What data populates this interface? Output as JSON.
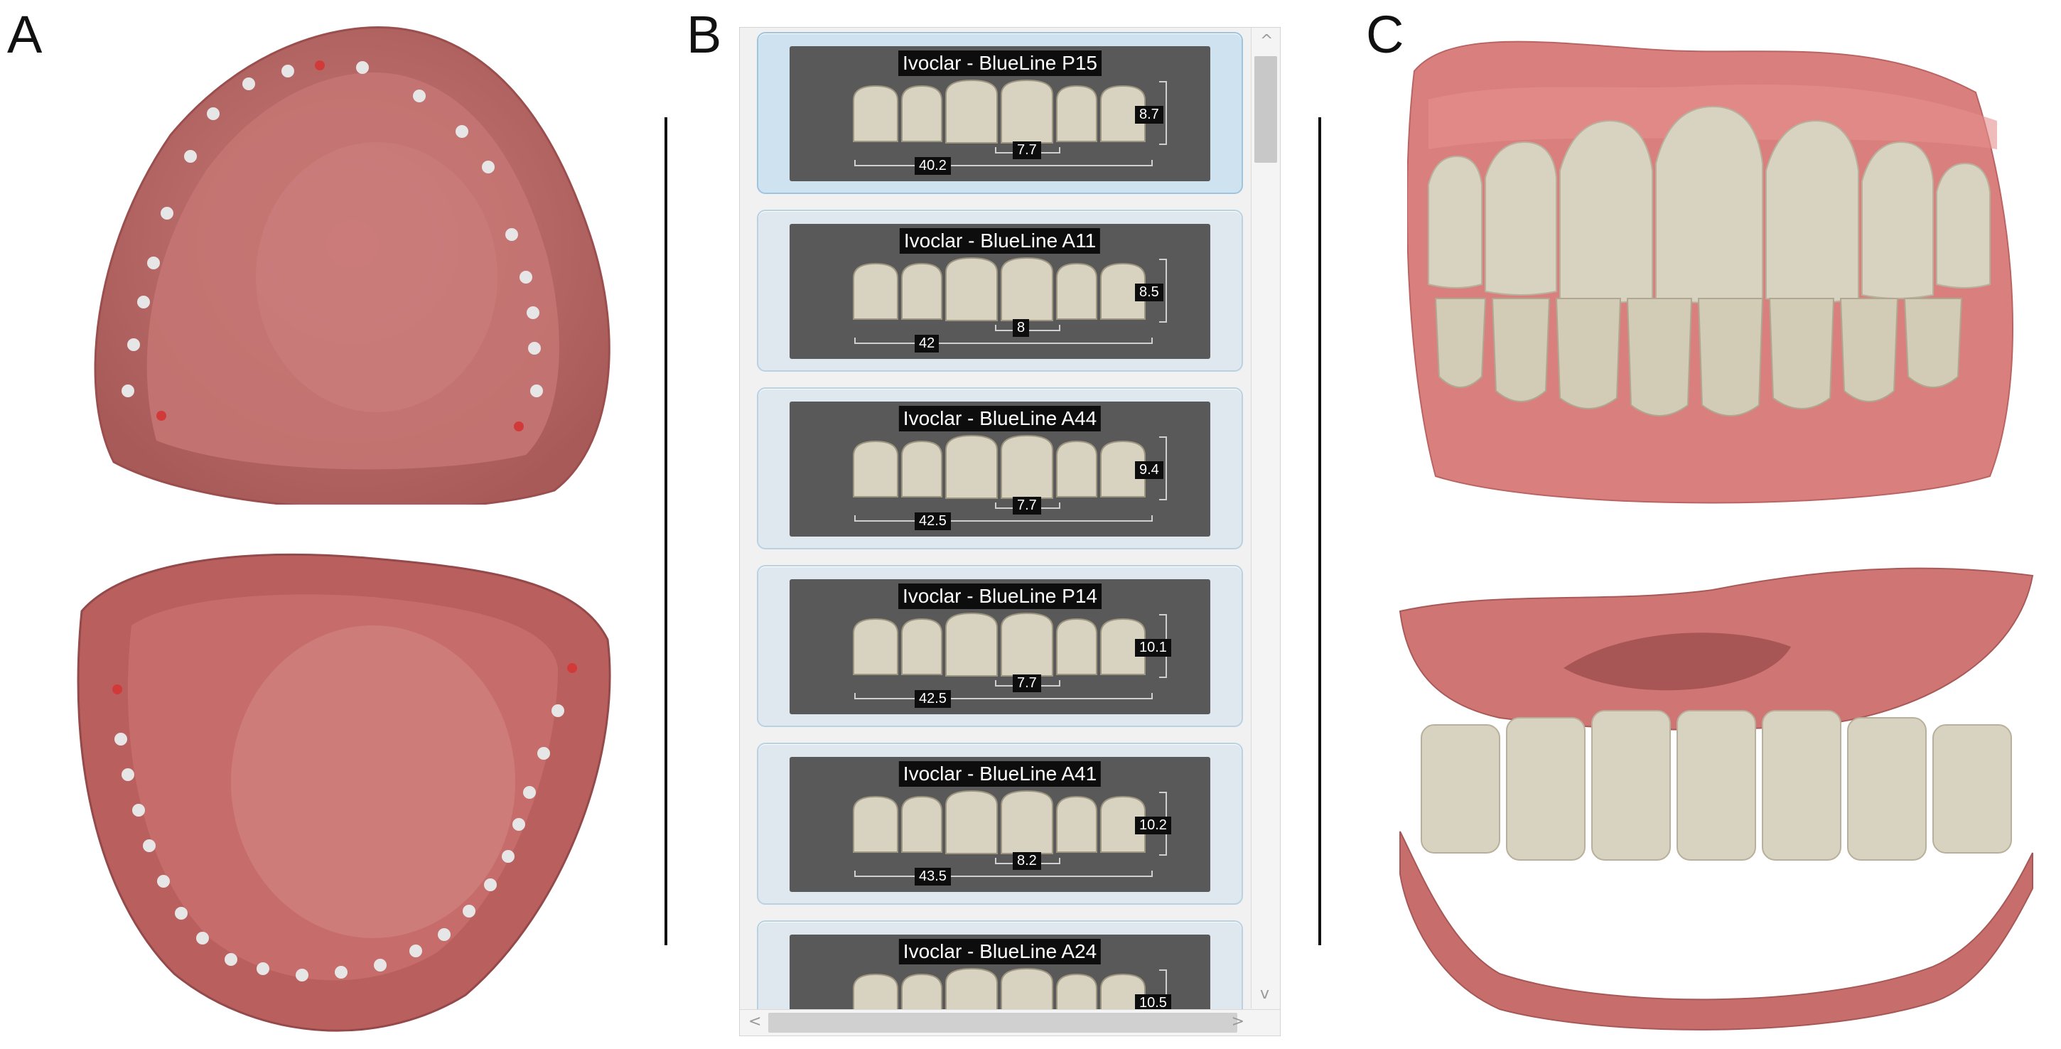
{
  "panel_labels": {
    "a": "A",
    "b": "B",
    "c": "C"
  },
  "colors": {
    "gum": "#c7706f",
    "gum_dark": "#a95a5a",
    "tooth": "#d8d2c0",
    "marker_white": "#e6e6e6",
    "marker_red": "#d23a3a",
    "card_bg": "#dfe8ee",
    "card_inner": "#595959"
  },
  "tooth_picker": {
    "cards": [
      {
        "title": "Ivoclar - BlueLine P15",
        "height": "8.7",
        "width": "40.2",
        "central": "7.7",
        "selected": true
      },
      {
        "title": "Ivoclar - BlueLine A11",
        "height": "8.5",
        "width": "42",
        "central": "8",
        "selected": false
      },
      {
        "title": "Ivoclar - BlueLine A44",
        "height": "9.4",
        "width": "42.5",
        "central": "7.7",
        "selected": false
      },
      {
        "title": "Ivoclar - BlueLine P14",
        "height": "10.1",
        "width": "42.5",
        "central": "7.7",
        "selected": false
      },
      {
        "title": "Ivoclar - BlueLine A41",
        "height": "10.2",
        "width": "43.5",
        "central": "8.2",
        "selected": false
      },
      {
        "title": "Ivoclar - BlueLine A24",
        "height": "10.5",
        "width": "",
        "central": "",
        "selected": false
      }
    ],
    "scroll_arrows": {
      "up": "^",
      "down": "v",
      "left": "<",
      "right": ">"
    }
  },
  "icons": {
    "arch_marker": "circle",
    "scroll_up": "chevron-up-icon",
    "scroll_down": "chevron-down-icon"
  }
}
